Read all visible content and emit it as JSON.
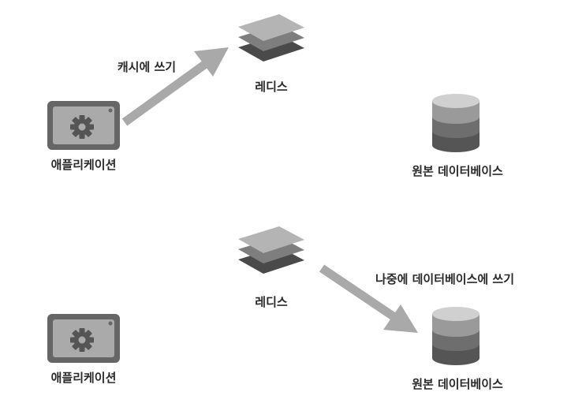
{
  "top_section": {
    "application_label": "애플리케이션",
    "redis_label": "레디스",
    "database_label": "원본 데이터베이스",
    "arrow_label": "캐시에 쓰기"
  },
  "bottom_section": {
    "application_label": "애플리케이션",
    "redis_label": "레디스",
    "database_label": "원본 데이터베이스",
    "arrow_label": "나중에 데이터베이스에 쓰기"
  },
  "icons": [
    "gear-icon",
    "redis-stack-icon",
    "database-icon",
    "arrow-icon"
  ],
  "colors": {
    "app_frame": "#666666",
    "app_inner": "#aaaaaa",
    "gear": "#555555",
    "arrow": "#a9a9a9",
    "layer_top": "#b4b4b4",
    "layer_mid": "#7e7e7e",
    "layer_bottom": "#4a4a4a",
    "db_top": "#d0d0d0",
    "db_band1": "#9a9a9a",
    "db_band2": "#6e6e6e",
    "db_band3": "#555555"
  }
}
